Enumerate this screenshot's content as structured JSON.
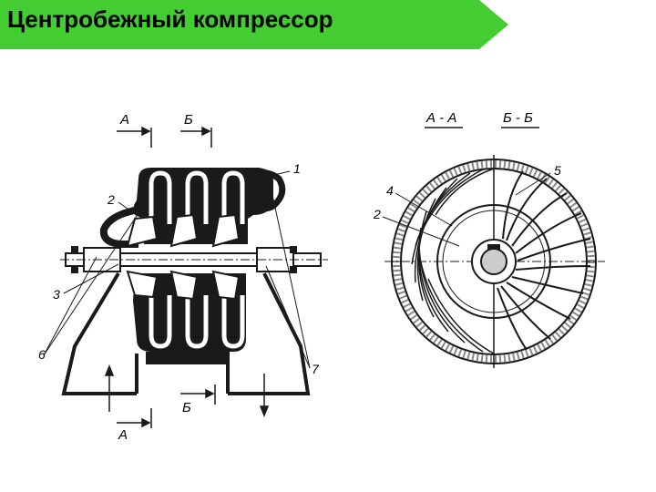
{
  "header": {
    "title": "Центробежный компрессор",
    "banner_color": "#44cc33"
  },
  "side_view": {
    "section_a_top": "А",
    "section_b_top": "Б",
    "section_a_bottom": "А",
    "section_b_bottom": "Б",
    "callouts": {
      "c1": "1",
      "c2": "2",
      "c3": "3",
      "c6": "6",
      "c7": "7"
    }
  },
  "cross_section": {
    "title_aa": "А - А",
    "title_bb": "Б - Б",
    "callouts": {
      "c2": "2",
      "c4": "4",
      "c5": "5"
    }
  }
}
